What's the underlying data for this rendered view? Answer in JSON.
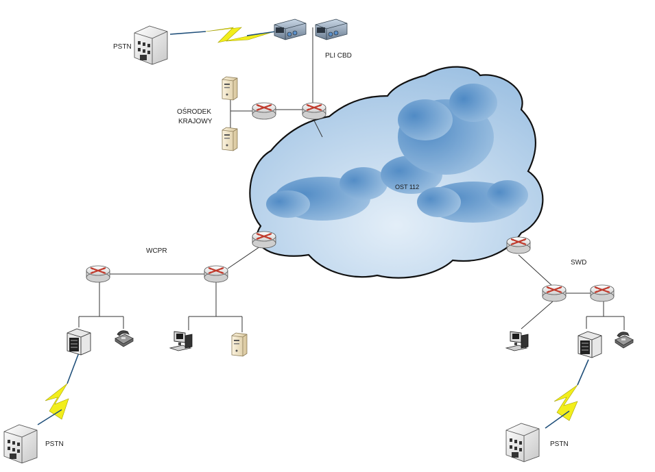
{
  "labels": {
    "pstn_top": "PSTN",
    "pli_cbd": "PLI CBD",
    "osrodek_line1": "OŚRODEK",
    "osrodek_line2": "KRAJOWY",
    "cloud": "OST 112",
    "wcpr": "WCPR",
    "swd": "SWD",
    "pstn_bottom_left": "PSTN",
    "pstn_bottom_right": "PSTN"
  },
  "colors": {
    "cloud_fill_light": "#d6e6f4",
    "cloud_fill_dark": "#3f7fbf",
    "router_fill": "#f2f2f2",
    "router_arrow": "#c0392b",
    "lightning": "#f2ee1c",
    "line": "#333333"
  },
  "icons": {
    "router": "router-icon",
    "building": "building-icon",
    "server_rack": "server-rack-icon",
    "tower_server": "tower-server-icon",
    "workstation": "workstation-icon",
    "telephone": "telephone-icon",
    "pbx": "pbx-icon",
    "lightning": "lightning-icon",
    "cloud": "cloud-icon"
  }
}
